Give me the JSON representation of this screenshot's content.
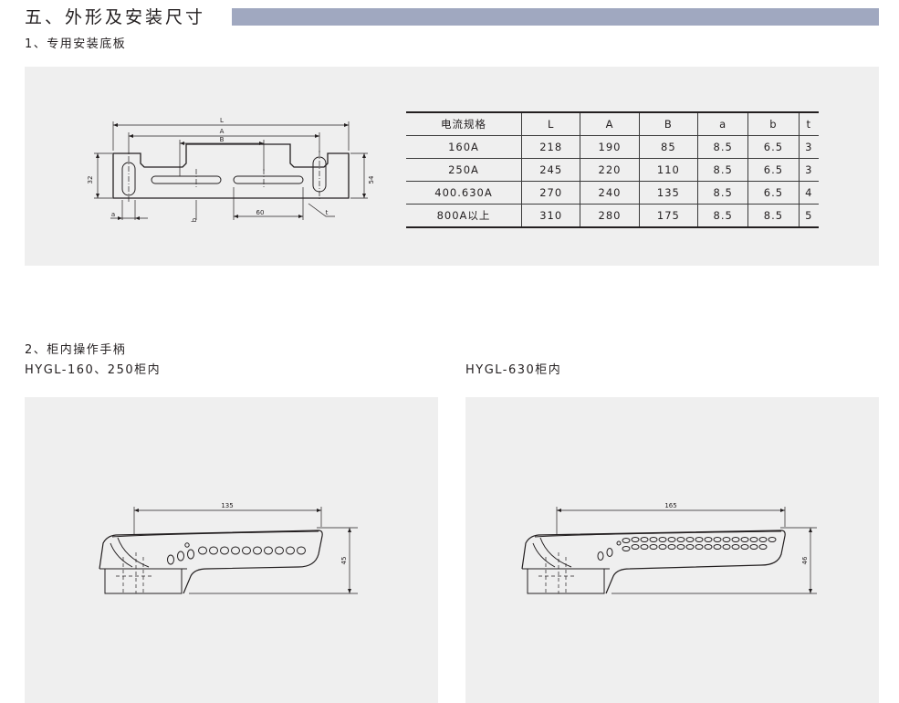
{
  "section": {
    "title": "五、外形及安装尺寸"
  },
  "part1": {
    "heading": "1、专用安装底板",
    "drawing": {
      "L": "L",
      "A": "A",
      "B": "B",
      "a": "a",
      "b": "b",
      "t": "t",
      "h32": "32",
      "h54": "54",
      "w60": "60"
    },
    "table": {
      "headers": [
        "电流规格",
        "L",
        "A",
        "B",
        "a",
        "b",
        "t"
      ],
      "rows": [
        [
          "160A",
          "218",
          "190",
          "85",
          "8.5",
          "6.5",
          "3"
        ],
        [
          "250A",
          "245",
          "220",
          "110",
          "8.5",
          "6.5",
          "3"
        ],
        [
          "400.630A",
          "270",
          "240",
          "135",
          "8.5",
          "6.5",
          "4"
        ],
        [
          "800A以上",
          "310",
          "280",
          "175",
          "8.5",
          "8.5",
          "5"
        ]
      ]
    }
  },
  "part2": {
    "heading": "2、柜内操作手柄",
    "left": {
      "caption": "HYGL-160、250柜内",
      "dim_width": "135",
      "dim_height": "45"
    },
    "right": {
      "caption": "HYGL-630柜内",
      "dim_width": "165",
      "dim_height": "46"
    }
  }
}
